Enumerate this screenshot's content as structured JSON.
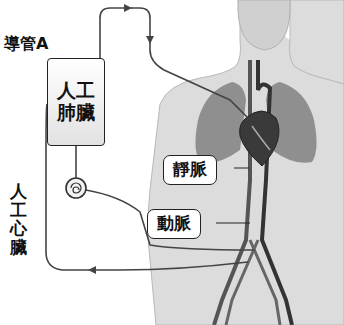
{
  "diagram": {
    "nodes": [
      {
        "text": [
          "人工肺臟"
        ]
      },
      {
        "text": [
          "靜脈"
        ]
      },
      {
        "text": [
          "動脈"
        ]
      }
    ],
    "labels": [
      "導管A",
      "人工心臟"
    ]
  }
}
